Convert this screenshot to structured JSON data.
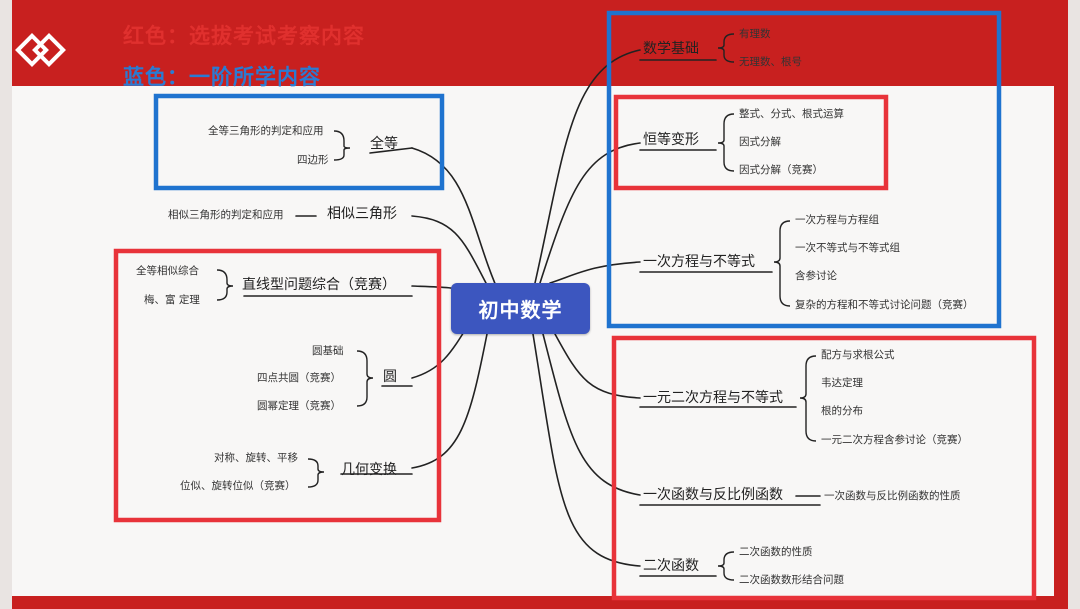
{
  "legend": {
    "red": "红色：选拔考试考察内容",
    "blue": "蓝色：一阶所学内容"
  },
  "colors": {
    "red": "#e8333a",
    "blue": "#1f73cf",
    "center": "#3c56bf",
    "bg": "#c8201f"
  },
  "center": "初中数学",
  "left": {
    "quandeng": {
      "label": "全等",
      "leaves": [
        "全等三角形的判定和应用",
        "四边形"
      ]
    },
    "xiangsi": {
      "label": "相似三角形",
      "leaves": [
        "相似三角形的判定和应用"
      ]
    },
    "zhixian": {
      "label": "直线型问题综合（竞赛）",
      "leaves": [
        "全等相似综合",
        "梅、富 定理"
      ]
    },
    "yuan": {
      "label": "圆",
      "leaves": [
        "圆基础",
        "四点共圆（竞赛）",
        "圆幂定理（竞赛）"
      ]
    },
    "jihe": {
      "label": "几何变换",
      "leaves": [
        "对称、旋转、平移",
        "位似、旋转位似（竞赛）"
      ]
    }
  },
  "right": {
    "jichu": {
      "label": "数学基础",
      "leaves": [
        "有理数",
        "无理数、根号"
      ]
    },
    "hengdeng": {
      "label": "恒等变形",
      "leaves": [
        "整式、分式、根式运算",
        "因式分解",
        "因式分解（竞赛）"
      ]
    },
    "fangcheng": {
      "label": "一次方程与不等式",
      "leaves": [
        "一次方程与方程组",
        "一次不等式与不等式组",
        "含参讨论",
        "复杂的方程和不等式讨论问题（竞赛）"
      ]
    },
    "erci": {
      "label": "一元二次方程与不等式",
      "leaves": [
        "配方与求根公式",
        "韦达定理",
        "根的分布",
        "一元二次方程含参讨论（竞赛）"
      ]
    },
    "yici": {
      "label": "一次函数与反比例函数",
      "leaves": [
        "一次函数与反比例函数的性质"
      ]
    },
    "ercihanshu": {
      "label": "二次函数",
      "leaves": [
        "二次函数的性质",
        "二次函数数形结合问题"
      ]
    }
  }
}
